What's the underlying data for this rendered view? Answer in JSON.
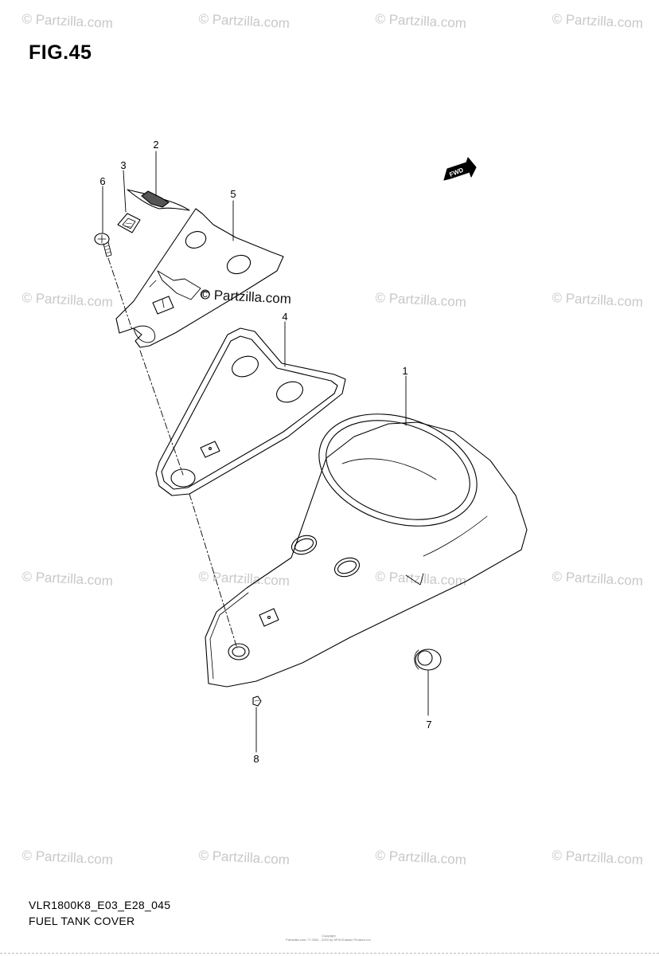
{
  "figure": {
    "title": "FIG.45",
    "model_code": "VLR1800K8_E03_E28_045",
    "caption": "FUEL TANK COVER",
    "copyright_line1": "Copyright",
    "copyright_line2": "Partszilla.com / © 2004 - 2019 by SPX/Chasser Prodocs Inc."
  },
  "watermark": {
    "text": "© Partzilla.com",
    "center_text": "© Partzilla.com"
  },
  "parts": [
    {
      "ref": "1"
    },
    {
      "ref": "2"
    },
    {
      "ref": "3"
    },
    {
      "ref": "4"
    },
    {
      "ref": "5"
    },
    {
      "ref": "6"
    },
    {
      "ref": "7"
    },
    {
      "ref": "8"
    }
  ],
  "fwd_badge": "FWD"
}
